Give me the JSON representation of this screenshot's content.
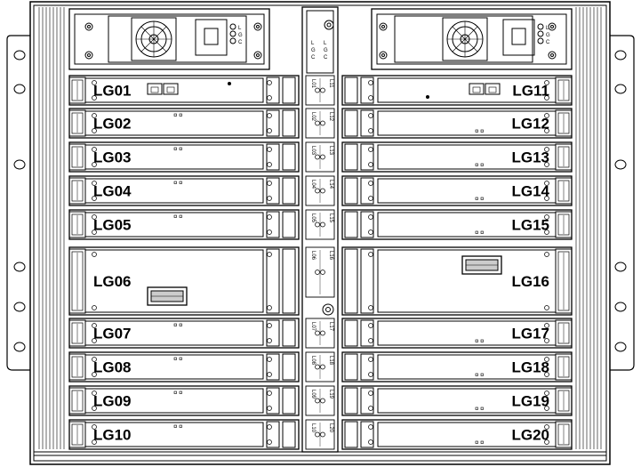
{
  "figure": {
    "left_slots": [
      "LG01",
      "LG02",
      "LG03",
      "LG04",
      "LG05",
      "LG06",
      "LG07",
      "LG08",
      "LG09",
      "LG10"
    ],
    "right_slots": [
      "LG11",
      "LG12",
      "LG13",
      "LG14",
      "LG15",
      "LG16",
      "LG17",
      "LG18",
      "LG19",
      "LG20"
    ],
    "center_left_labels": [
      "L01",
      "L02",
      "L03",
      "L04",
      "L05",
      "L06",
      "L07",
      "L08",
      "L09",
      "L10"
    ],
    "center_right_labels": [
      "L11",
      "L12",
      "L13",
      "L14",
      "L15",
      "L16",
      "L17",
      "L18",
      "L19",
      "L20"
    ],
    "psu_status_labels": [
      "L",
      "G",
      "C"
    ]
  },
  "colors": {
    "stroke": "#000000",
    "background": "#ffffff",
    "port": "#cccccc"
  }
}
